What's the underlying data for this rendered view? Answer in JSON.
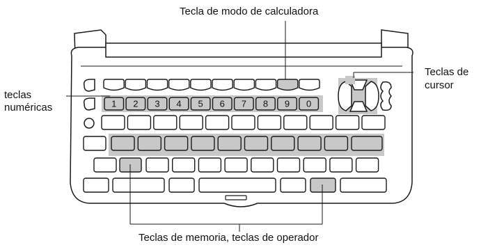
{
  "labels": {
    "calc_mode_key": "Tecla de modo de calculadora",
    "numeric_keys_line1": "teclas",
    "numeric_keys_line2": "numéricas",
    "cursor_keys_line1": "Teclas de",
    "cursor_keys_line2": "cursor",
    "memory_operator_keys": "Teclas de memoria, teclas de operador"
  },
  "number_keys": [
    "1",
    "2",
    "3",
    "4",
    "5",
    "6",
    "7",
    "8",
    "9",
    "0"
  ],
  "colors": {
    "outline": "#1a1a1a",
    "highlight": "#c8c8c8",
    "key_fill": "#ffffff"
  }
}
